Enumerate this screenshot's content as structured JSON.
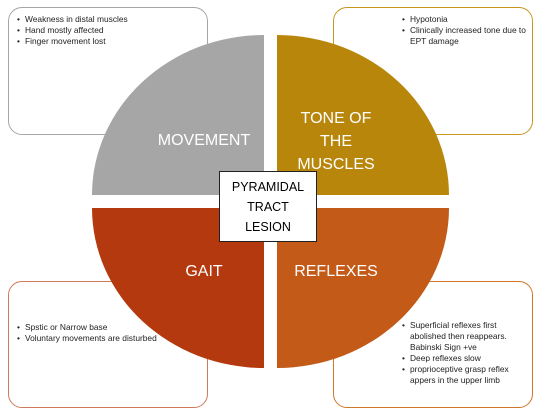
{
  "center": {
    "line1": "PYRAMIDAL",
    "line2": "TRACT",
    "line3": "LESION"
  },
  "quadrants": {
    "movement": {
      "label": "MOVEMENT",
      "color": "#a6a6a6",
      "points": [
        "Weakness in distal muscles",
        "Hand mostly affected",
        "Finger movement lost"
      ]
    },
    "tone": {
      "label_lines": [
        "TONE OF",
        "THE",
        "MUSCLES"
      ],
      "color": "#b8860b",
      "points": [
        "Hypotonia",
        "Clinically increased tone due to EPT damage"
      ]
    },
    "gait": {
      "label": "GAIT",
      "color": "#b5390f",
      "points": [
        "Spstic or Narrow base",
        "Voluntary movements are disturbed"
      ]
    },
    "reflexes": {
      "label": "REFLEXES",
      "color": "#c35a17",
      "points": [
        "Superficial reflexes first abolished then reappears. Babinski Sign +ve",
        "Deep reflexes slow",
        "proprioceptive grasp reflex appers in the upper limb"
      ]
    }
  }
}
